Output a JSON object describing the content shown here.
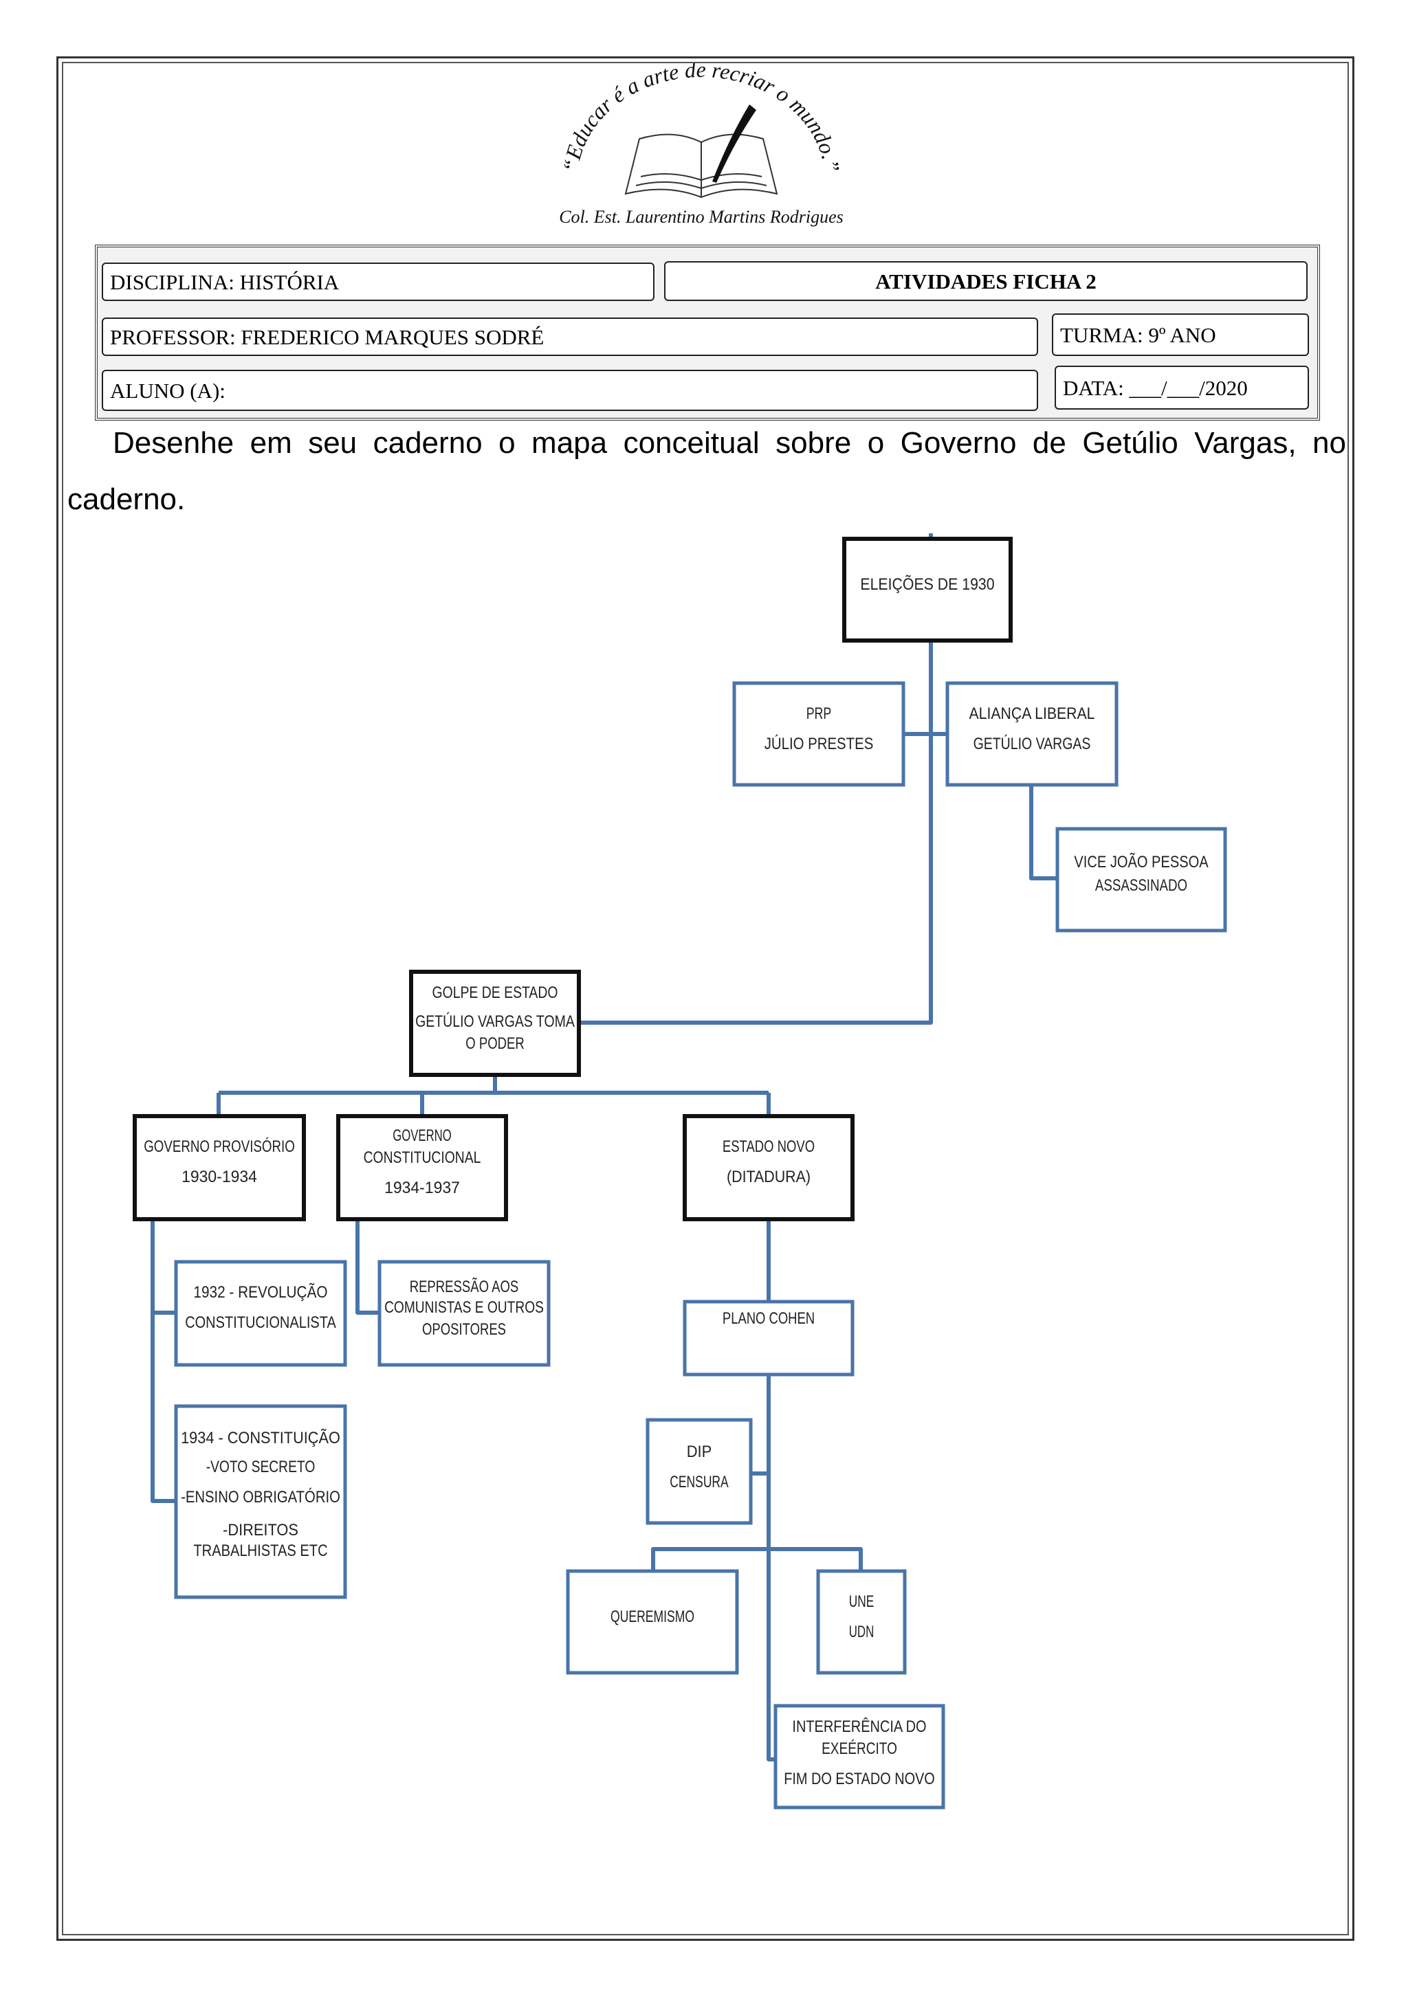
{
  "logo": {
    "motto": "“Educar é a arte de recriar o mundo.”",
    "school": "Col. Est. Laurentino Martins Rodrigues"
  },
  "header": {
    "disciplina": "DISCIPLINA: HISTÓRIA",
    "ficha": "ATIVIDADES FICHA 2",
    "professor": "PROFESSOR: FREDERICO MARQUES SODRÉ",
    "turma": "TURMA: 9º ANO",
    "aluno": "ALUNO (A):",
    "data": "DATA: ___/___/2020"
  },
  "instructions": "Desenhe em seu caderno o mapa conceitual sobre o Governo de Getúlio Vargas, no caderno.",
  "concept_map": {
    "nodes": {
      "eleicoes": [
        "ELEIÇÕES DE 1930"
      ],
      "prp": [
        "PRP",
        "JÚLIO PRESTES"
      ],
      "alianca": [
        "ALIANÇA LIBERAL",
        "GETÚLIO VARGAS"
      ],
      "vice": [
        "VICE JOÃO PESSOA",
        "ASSASSINADO"
      ],
      "golpe": [
        "GOLPE DE ESTADO",
        "GETÚLIO VARGAS TOMA",
        "O PODER"
      ],
      "provisorio": [
        "GOVERNO PROVISÓRIO",
        "1930-1934"
      ],
      "constitucional": [
        "GOVERNO",
        "CONSTITUCIONAL",
        "1934-1937"
      ],
      "estado_novo": [
        "ESTADO NOVO",
        "(DITADURA)"
      ],
      "revolucao": [
        "1932 - REVOLUÇÃO",
        "CONSTITUCIONALISTA"
      ],
      "constituicao": [
        "1934 - CONSTITUIÇÃO",
        "-VOTO SECRETO",
        "-ENSINO OBRIGATÓRIO",
        "-DIREITOS",
        "TRABALHISTAS ETC"
      ],
      "repressao": [
        "REPRESSÃO AOS",
        "COMUNISTAS E OUTROS",
        "OPOSITORES"
      ],
      "cohen": [
        "PLANO COHEN"
      ],
      "dip": [
        "DIP",
        "CENSURA"
      ],
      "queremismo": [
        "QUEREMISMO"
      ],
      "une": [
        "UNE",
        "UDN"
      ],
      "interferencia": [
        "INTERFERÊNCIA DO",
        "EXEÉRCITO",
        "FIM DO ESTADO NOVO"
      ]
    },
    "colors": {
      "primary_border": "#111111",
      "secondary_border": "#4a74aa",
      "connector": "#4a74aa"
    }
  }
}
